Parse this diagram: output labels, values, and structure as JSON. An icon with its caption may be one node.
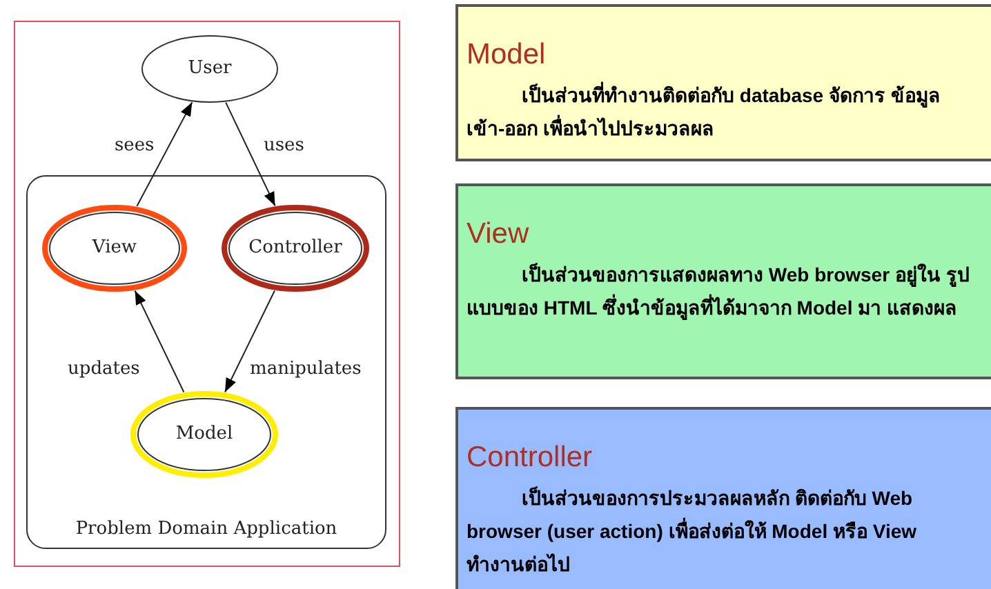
{
  "diagram": {
    "nodes": [
      {
        "text": [
          "User"
        ]
      },
      {
        "text": [
          "Problem Domain Application"
        ]
      },
      {
        "text": [
          "View"
        ],
        "in": 1
      },
      {
        "text": [
          "Controller"
        ],
        "in": 1
      },
      {
        "text": [
          "Model"
        ],
        "in": 1
      },
      {
        "text": [
          "Model",
          "เป็นส่วนที่ทำงานติดต่อกับ database จัดการ ข้อมูลเข้า-ออก เพื่อนำไปประมวลผล"
        ]
      },
      {
        "text": [
          "View",
          "เป็นส่วนของการแสดงผลทาง Web browser อยู่ใน รูปแบบของ HTML ซึ่งนำข้อมูลที่ได้มาจาก Model มา แสดงผล"
        ]
      },
      {
        "text": [
          "Controller",
          "เป็นส่วนของการประมวลผลหลัก ติดต่อกับ Web browser (user action) เพื่อส่งต่อให้ Model หรือ View ทำงานต่อไป"
        ]
      }
    ],
    "edges": [
      {
        "from": 2,
        "to": 0,
        "arrow": "to",
        "label": "sees"
      },
      {
        "from": 0,
        "to": 3,
        "arrow": "to",
        "label": "uses"
      },
      {
        "from": 4,
        "to": 2,
        "arrow": "to",
        "label": "updates"
      },
      {
        "from": 3,
        "to": 4,
        "arrow": "to",
        "label": "manipulates"
      }
    ]
  }
}
